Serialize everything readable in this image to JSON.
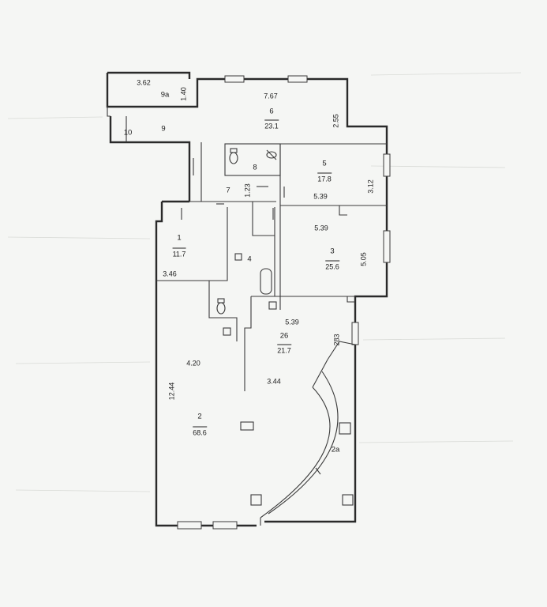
{
  "rooms": [
    {
      "id": "1",
      "area": "11.7"
    },
    {
      "id": "2",
      "area": "68.6"
    },
    {
      "id": "2a"
    },
    {
      "id": "26",
      "area": "21.7"
    },
    {
      "id": "3",
      "area": "25.6"
    },
    {
      "id": "4"
    },
    {
      "id": "5",
      "area": "17.8"
    },
    {
      "id": "6",
      "area": "23.1"
    },
    {
      "id": "7"
    },
    {
      "id": "8"
    },
    {
      "id": "9"
    },
    {
      "id": "9a"
    },
    {
      "id": "10"
    }
  ],
  "dimensions": {
    "room_9a_width": "3.62",
    "room_9a_depth": "1.40",
    "room_6_width": "7.67",
    "room_6_depth": "2.55",
    "room_5_depth": "3.12",
    "room_5_width": "5.39",
    "corridor_7_width": "1.23",
    "room_3_width": "5.39",
    "room_3_depth": "5.05",
    "room_1_width": "3.46",
    "room_26_width": "5.39",
    "room_26_depth": "283",
    "room_2_upper_width": "4.20",
    "room_2_inner_width": "3.44",
    "room_2_length": "12.44"
  }
}
